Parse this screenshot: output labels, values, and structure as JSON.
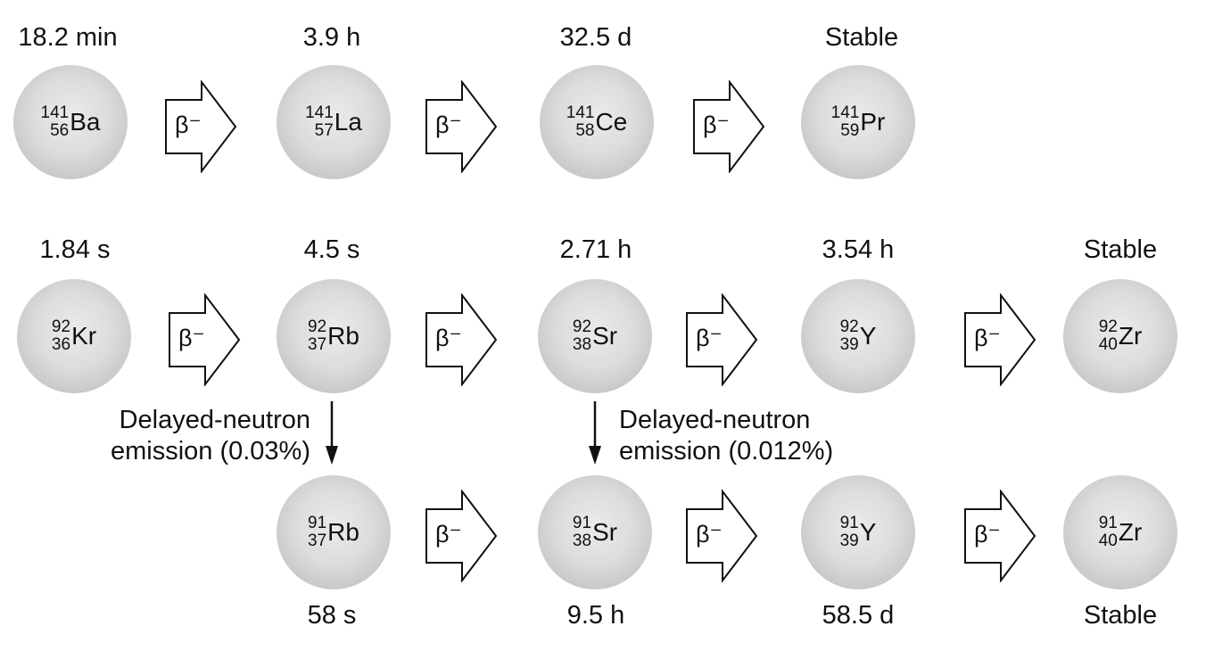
{
  "beta_label": "β⁻",
  "rows": {
    "ba": {
      "half_lives": [
        "18.2 min",
        "3.9 h",
        "32.5 d",
        "Stable"
      ],
      "nuclides": [
        {
          "mass": "141",
          "z": "56",
          "symbol": "Ba"
        },
        {
          "mass": "141",
          "z": "57",
          "symbol": "La"
        },
        {
          "mass": "141",
          "z": "58",
          "symbol": "Ce"
        },
        {
          "mass": "141",
          "z": "59",
          "symbol": "Pr"
        }
      ]
    },
    "kr": {
      "half_lives": [
        "1.84 s",
        "4.5 s",
        "2.71 h",
        "3.54 h",
        "Stable"
      ],
      "nuclides": [
        {
          "mass": "92",
          "z": "36",
          "symbol": "Kr"
        },
        {
          "mass": "92",
          "z": "37",
          "symbol": "Rb"
        },
        {
          "mass": "92",
          "z": "38",
          "symbol": "Sr"
        },
        {
          "mass": "92",
          "z": "39",
          "symbol": "Y"
        },
        {
          "mass": "92",
          "z": "40",
          "symbol": "Zr"
        }
      ]
    },
    "rb91": {
      "half_lives": [
        "58 s",
        "9.5 h",
        "58.5 d",
        "Stable"
      ],
      "nuclides": [
        {
          "mass": "91",
          "z": "37",
          "symbol": "Rb"
        },
        {
          "mass": "91",
          "z": "38",
          "symbol": "Sr"
        },
        {
          "mass": "91",
          "z": "39",
          "symbol": "Y"
        },
        {
          "mass": "91",
          "z": "40",
          "symbol": "Zr"
        }
      ]
    }
  },
  "delayed_neutron": [
    {
      "line1": "Delayed-neutron",
      "line2": "emission (0.03%)"
    },
    {
      "line1": "Delayed-neutron",
      "line2": "emission (0.012%)"
    }
  ]
}
